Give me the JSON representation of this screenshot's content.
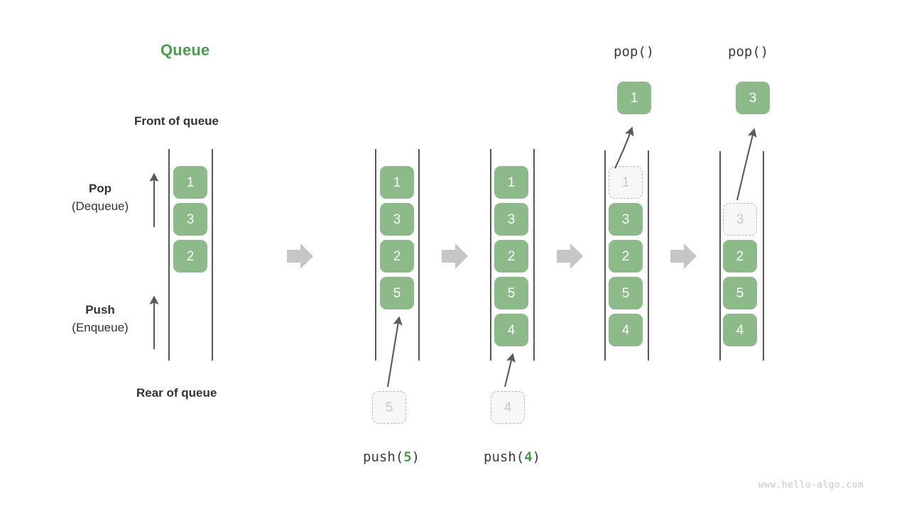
{
  "diagram": {
    "title": "Queue",
    "title_color": "#4a9b4a",
    "accent_color": "#8cba89",
    "ghost_color": "#c9c9c9",
    "arrow_color": "#555555",
    "step_arrow_color": "#c6c6c6",
    "watermark": "www.hello-algo.com",
    "labels": {
      "front_of_queue": "Front of queue",
      "rear_of_queue": "Rear of queue",
      "pop_line1": "Pop",
      "pop_line2": "(Dequeue)",
      "push_line1": "Push",
      "push_line2": "(Enqueue)"
    },
    "stages": [
      {
        "name": "initial",
        "caption": "",
        "caption_op": "",
        "caption_num": "",
        "cells": [
          {
            "value": "1",
            "state": "solid"
          },
          {
            "value": "3",
            "state": "solid"
          },
          {
            "value": "2",
            "state": "solid"
          }
        ],
        "incoming": null,
        "outgoing": null
      },
      {
        "name": "push-5",
        "caption": "push(5)",
        "caption_op": "push(",
        "caption_num": "5",
        "caption_close": ")",
        "cells": [
          {
            "value": "1",
            "state": "solid"
          },
          {
            "value": "3",
            "state": "solid"
          },
          {
            "value": "2",
            "state": "solid"
          },
          {
            "value": "5",
            "state": "solid"
          }
        ],
        "incoming": {
          "value": "5",
          "state": "ghost"
        },
        "outgoing": null
      },
      {
        "name": "push-4",
        "caption": "push(4)",
        "caption_op": "push(",
        "caption_num": "4",
        "caption_close": ")",
        "cells": [
          {
            "value": "1",
            "state": "solid"
          },
          {
            "value": "3",
            "state": "solid"
          },
          {
            "value": "2",
            "state": "solid"
          },
          {
            "value": "5",
            "state": "solid"
          },
          {
            "value": "4",
            "state": "solid"
          }
        ],
        "incoming": {
          "value": "4",
          "state": "ghost"
        },
        "outgoing": null
      },
      {
        "name": "pop-1",
        "caption": "pop()",
        "caption_op": "pop()",
        "caption_num": "",
        "caption_close": "",
        "cells": [
          {
            "value": "1",
            "state": "ghost"
          },
          {
            "value": "3",
            "state": "solid"
          },
          {
            "value": "2",
            "state": "solid"
          },
          {
            "value": "5",
            "state": "solid"
          },
          {
            "value": "4",
            "state": "solid"
          }
        ],
        "incoming": null,
        "outgoing": {
          "value": "1",
          "state": "popped"
        }
      },
      {
        "name": "pop-3",
        "caption": "pop()",
        "caption_op": "pop()",
        "caption_num": "",
        "caption_close": "",
        "cells": [
          {
            "value": "3",
            "state": "ghost"
          },
          {
            "value": "2",
            "state": "solid"
          },
          {
            "value": "5",
            "state": "solid"
          },
          {
            "value": "4",
            "state": "solid"
          }
        ],
        "incoming": null,
        "outgoing": {
          "value": "3",
          "state": "popped"
        }
      }
    ]
  }
}
